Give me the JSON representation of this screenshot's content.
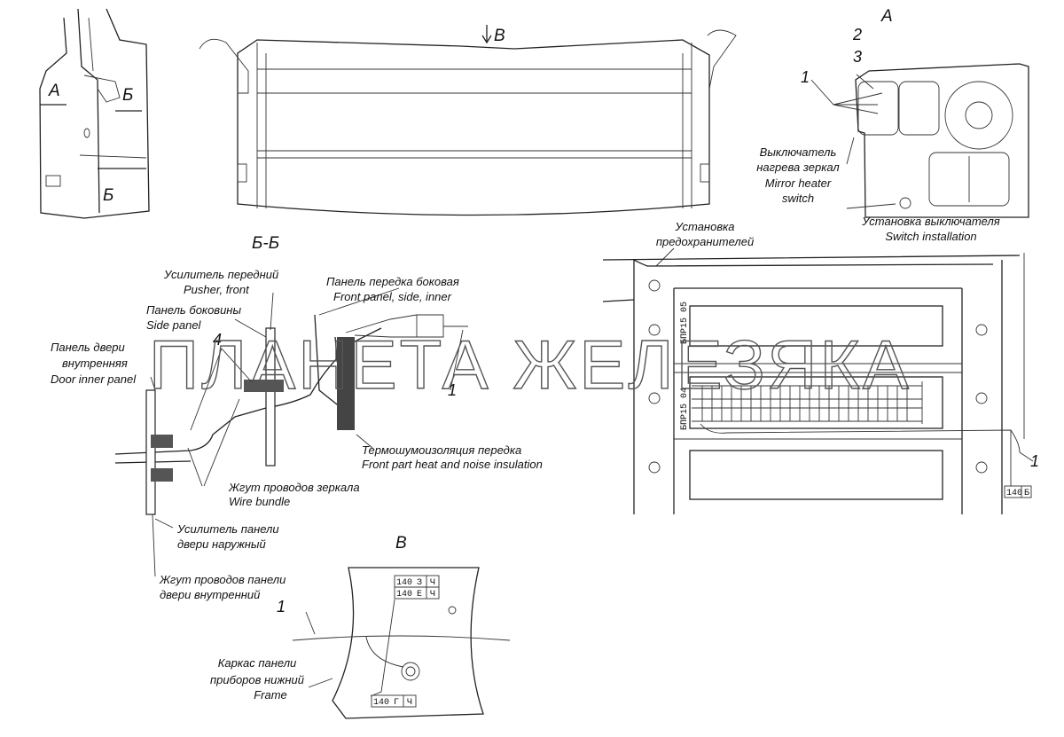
{
  "views": {
    "view_b_arrow": "В",
    "view_a_title": "А",
    "side_a": "А",
    "side_b_top": "Б",
    "side_b_bottom": "Б",
    "section_title": "Б-Б",
    "view_b_title": "В"
  },
  "detail_a": {
    "callout_1": "1",
    "callout_2": "2",
    "callout_3": "3",
    "mirror_switch": [
      "Выключатель",
      "нагрева зеркал",
      "Mirror heater",
      "switch"
    ],
    "switch_install": [
      "Установка выключателя",
      "Switch installation"
    ]
  },
  "fuse_box": {
    "label": [
      "Установка",
      "предохранителей"
    ],
    "block_top": "БПР15 05",
    "block_mid": "БПР15 04",
    "callout_1": "1",
    "tag": [
      "140",
      "Б"
    ]
  },
  "section": {
    "pusher_front": [
      "Усилитель передний",
      "Pusher, front"
    ],
    "front_panel_side": [
      "Панель передка боковая",
      "Front panel, side, inner"
    ],
    "side_panel": [
      "Панель боковины",
      "Side panel"
    ],
    "door_inner_panel": [
      "Панель двери",
      "внутренняя",
      "Door inner panel"
    ],
    "callout_4": "4",
    "callout_1": "1",
    "insulation": [
      "Термошумоизоляция передка",
      "Front part heat and noise insulation"
    ],
    "wire_bundle": [
      "Жгут проводов зеркала",
      "Wire bundle"
    ],
    "door_outer_reinforcement": [
      "Усилитель панели",
      "двери наружный"
    ],
    "door_inner_harness": [
      "Жгут проводов панели",
      "двери внутренний"
    ]
  },
  "view_b": {
    "callout_1": "1",
    "tags": [
      [
        "140",
        "З",
        "Ч"
      ],
      [
        "140",
        "Е",
        "Ч"
      ],
      [
        "140",
        "Г",
        "Ч"
      ]
    ],
    "frame": [
      "Каркас панели",
      "приборов нижний",
      "Frame"
    ]
  },
  "watermark": "ПЛАНЕТА ЖЕЛЕЗЯКА"
}
